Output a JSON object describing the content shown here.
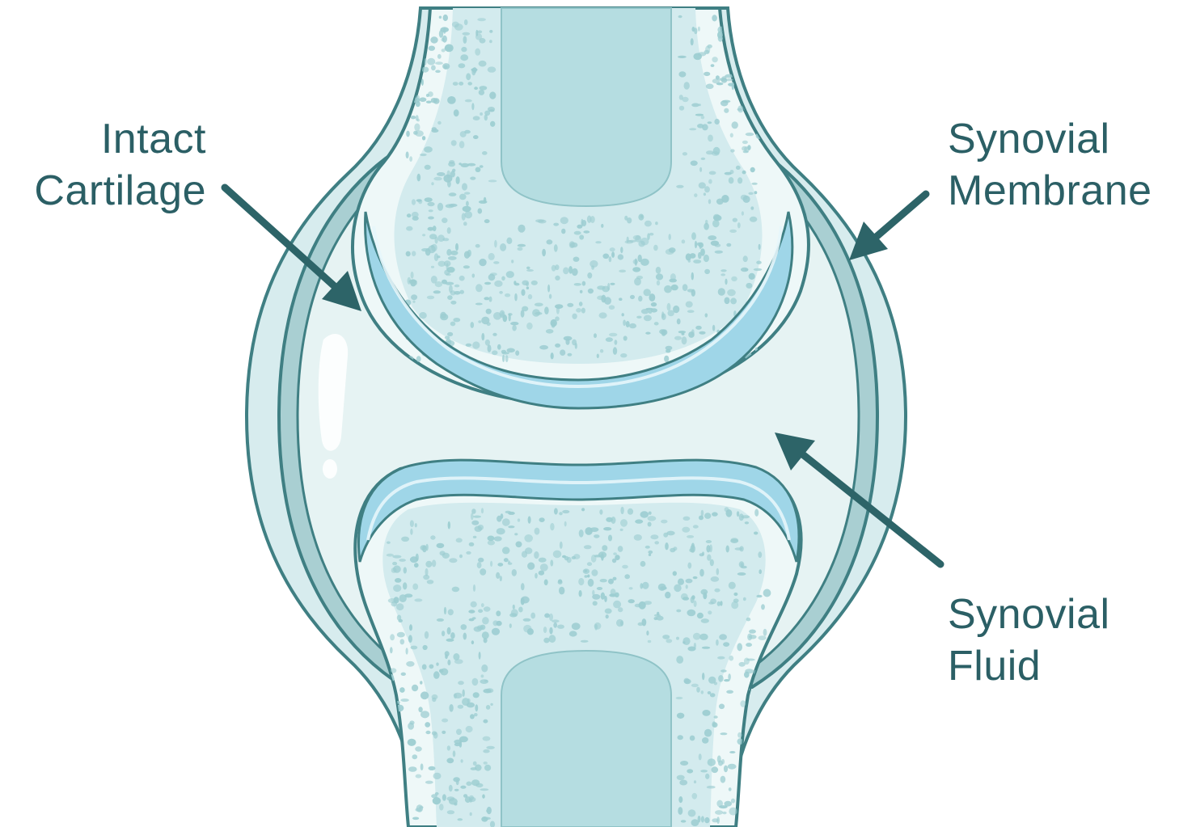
{
  "labels": {
    "intact_cartilage": {
      "line1": "Intact",
      "line2": "Cartilage"
    },
    "synovial_membrane": {
      "line1": "Synovial",
      "line2": "Membrane"
    },
    "synovial_fluid": {
      "line1": "Synovial",
      "line2": "Fluid"
    }
  },
  "colors": {
    "outline": "#3f7f83",
    "capsule_fill": "#d7ecee",
    "membrane_band": "#a9cfd2",
    "fluid": "#e6f3f3",
    "bone_fill": "#d3ebee",
    "marrow": "#b5dde1",
    "cartilage": "#9fd6e8",
    "dots": "#9ccdd1",
    "text": "#2b5f65",
    "arrow": "#2d6468"
  }
}
